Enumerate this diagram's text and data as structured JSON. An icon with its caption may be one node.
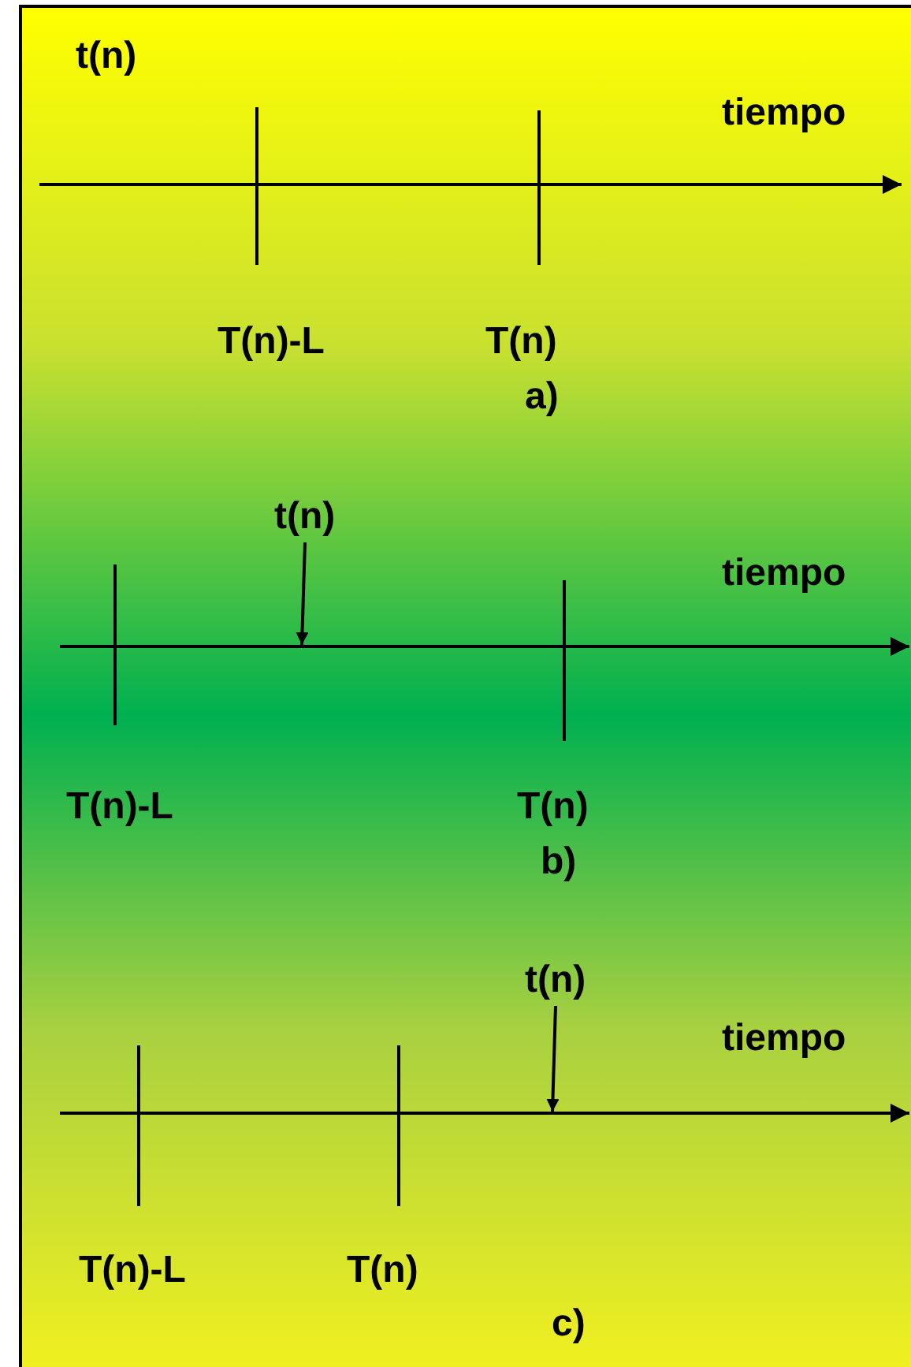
{
  "diagram": {
    "nodes": [
      {
        "text": [],
        "shape": "arrow"
      },
      {
        "text": [
          "t(n)"
        ]
      },
      {
        "text": [],
        "shape": "arrow"
      },
      {
        "text": [
          "t(n)"
        ]
      },
      {
        "text": [],
        "shape": "arrow"
      }
    ],
    "edges": [
      {
        "from": 1,
        "to": 2,
        "arrow": "to"
      },
      {
        "from": 3,
        "to": 4,
        "arrow": "to"
      }
    ],
    "labels": [
      "t(n)",
      "tiempo",
      "T(n)-L",
      "T(n)",
      "a)",
      "tiempo",
      "T(n)-L",
      "T(n)",
      "b)",
      "tiempo",
      "T(n)-L",
      "T(n)",
      "c)"
    ]
  }
}
